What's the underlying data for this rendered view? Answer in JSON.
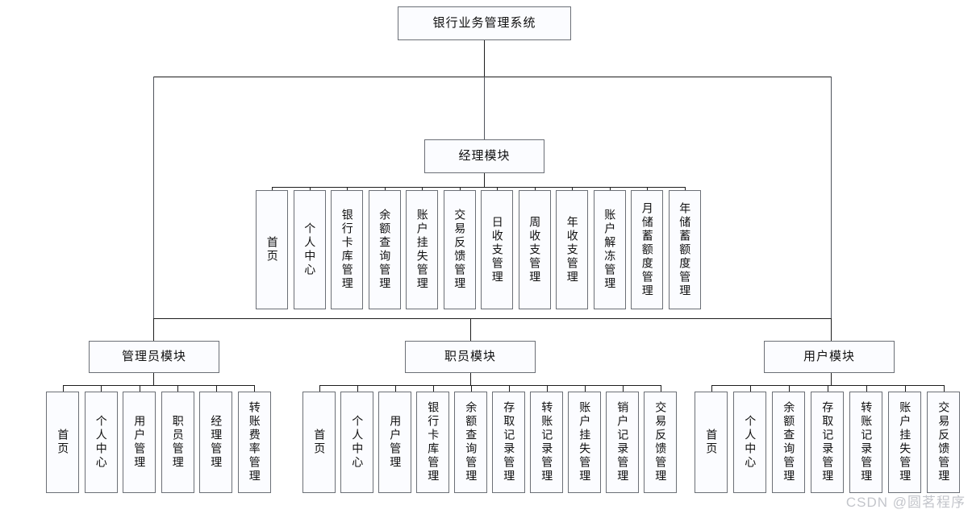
{
  "diagram": {
    "title": "银行业务管理系统",
    "type": "功能结构图",
    "root": {
      "label": "银行业务管理系统"
    },
    "modules": [
      {
        "id": "manager",
        "label": "经理模块",
        "children": [
          "首页",
          "个人中心",
          "银行卡库管理",
          "余额查询管理",
          "账户挂失管理",
          "交易反馈管理",
          "日收支管理",
          "周收支管理",
          "年收支管理",
          "账户解冻管理",
          "月储蓄额度管理",
          "年储蓄额度管理"
        ]
      },
      {
        "id": "admin",
        "label": "管理员模块",
        "children": [
          "首页",
          "个人中心",
          "用户管理",
          "职员管理",
          "经理管理",
          "转账费率管理"
        ]
      },
      {
        "id": "staff",
        "label": "职员模块",
        "children": [
          "首页",
          "个人中心",
          "用户管理",
          "银行卡库管理",
          "余额查询管理",
          "存取记录管理",
          "转账记录管理",
          "账户挂失管理",
          "销户记录管理",
          "交易反馈管理"
        ]
      },
      {
        "id": "user",
        "label": "用户模块",
        "children": [
          "首页",
          "个人中心",
          "余额查询管理",
          "存取记录管理",
          "转账记录管理",
          "账户挂失管理",
          "交易反馈管理"
        ]
      }
    ]
  },
  "watermark": {
    "text": "CSDN @圆茗程序"
  },
  "colors": {
    "box_fill": "#fbfcff",
    "box_border": "#6b6f76",
    "line": "#1d1d1d",
    "text": "#101010",
    "watermark": "#b9bcc2",
    "background": "#ffffff"
  }
}
